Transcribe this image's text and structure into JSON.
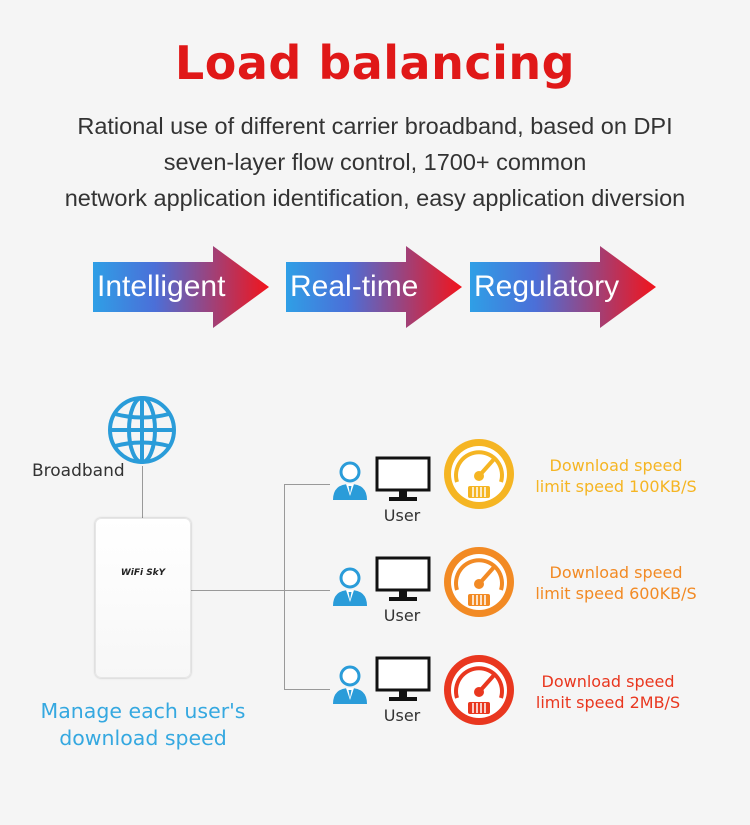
{
  "header": {
    "title": "Load balancing",
    "description": [
      "Rational use of different carrier broadband, based on DPI",
      "seven-layer flow control, 1700+ common",
      "network application identification, easy application diversion"
    ]
  },
  "features": [
    {
      "label": "Intelligent"
    },
    {
      "label": "Real-time"
    },
    {
      "label": "Regulatory"
    }
  ],
  "diagram": {
    "broadband_label": "Broadband",
    "router_brand": "WiFi SkY",
    "manage_text": [
      "Manage each user's",
      "download speed"
    ],
    "users": [
      {
        "label": "User",
        "speed_lines": [
          "Download speed",
          "limit speed 100KB/S"
        ],
        "color": "#f5b523"
      },
      {
        "label": "User",
        "speed_lines": [
          "Download speed",
          "limit speed 600KB/S"
        ],
        "color": "#f28a24"
      },
      {
        "label": "User",
        "speed_lines": [
          "Download speed",
          "limit speed 2MB/S"
        ],
        "color": "#e9371f"
      }
    ]
  },
  "colors": {
    "title": "#e01818",
    "arrow_start": "#2f9fe6",
    "arrow_end": "#f2141b",
    "globe": "#2a9cd9",
    "accent_blue": "#35a8e0"
  }
}
